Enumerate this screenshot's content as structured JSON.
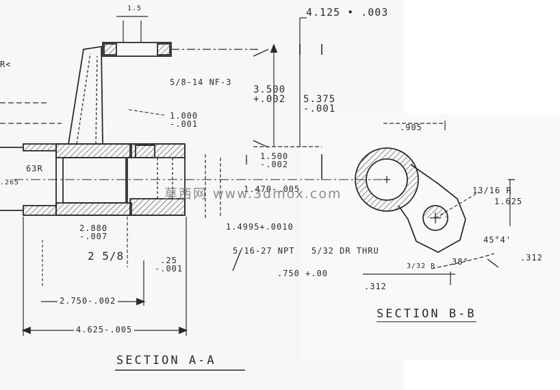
{
  "section_a": {
    "title": "SECTION A-A",
    "labels": {
      "top_dim": "4.125 • .003",
      "small_top": "1.5",
      "thread_top": "5/8-14 NF-3",
      "dim_3500": "3.500",
      "tol_3500": "+.002",
      "dim_5375": "5.375",
      "tol_5375": "-.001",
      "dim_1000": "1.000",
      "tol_1000": "-.001",
      "dim_1500": "1.500",
      "tol_1500": "-.002",
      "dim_1470": "1.470-.005",
      "dim_14995": "1.4995+.0010",
      "thread_bottom": "5/16-27 NPT",
      "note_dr": "5/32 DR THRU",
      "dim_750": ".750 +.00",
      "dim_2880": "2.880",
      "tol_2880": "-.007",
      "dim_25": ".25",
      "tol_25": "-.001",
      "frac_258": "2 5/8",
      "dim_2750": "2.750-.002",
      "dim_4625": "4.625-.005",
      "r63": "63R",
      "left_r": "R<",
      "left_265": ".265"
    }
  },
  "section_b": {
    "title": "SECTION B-B",
    "labels": {
      "dim_905": ".905",
      "r1316": "13/16 R",
      "dim_625": "1.625",
      "angle45": "45°4'",
      "angle38": "38°",
      "dim_312_right": ".312",
      "dim_312_bottom": ".312",
      "r32": "3/32 R"
    }
  },
  "watermark": "莫西网 www.3dmox.com",
  "colors": {
    "ink": "#2a2a2a",
    "paper": "#ffffff",
    "hatch": "#444444"
  }
}
